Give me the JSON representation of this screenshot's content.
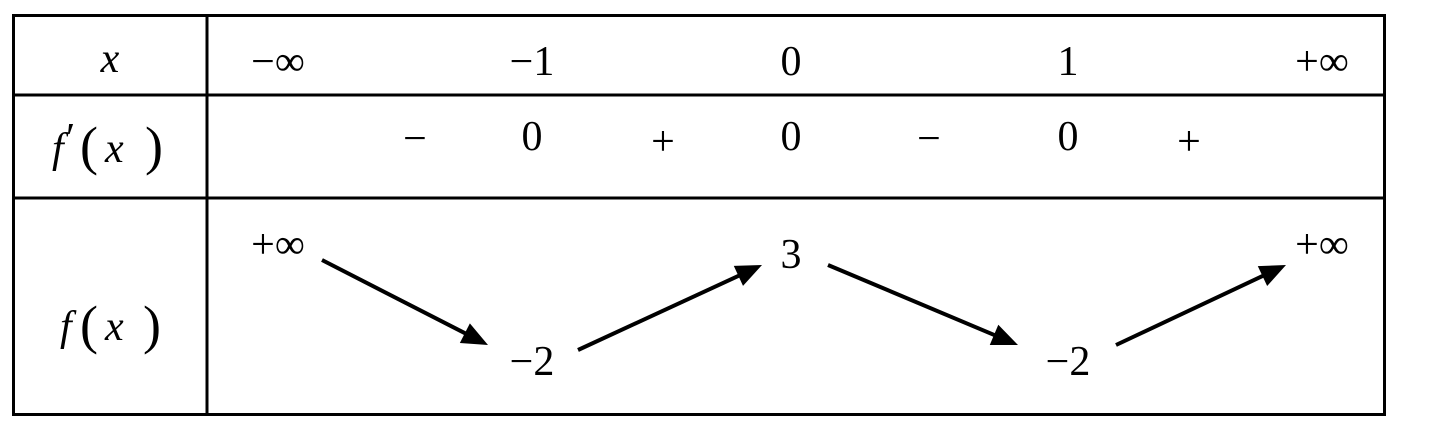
{
  "table": {
    "row_labels": {
      "x": {
        "fn": "x"
      },
      "derivative": {
        "fn": "f",
        "prime": "′",
        "open": "(",
        "var": "x",
        "close": ")"
      },
      "function": {
        "fn": "f",
        "open": "(",
        "var": "x",
        "close": ")"
      }
    },
    "x_values": [
      "−∞",
      "−1",
      "0",
      "1",
      "+∞"
    ],
    "derivative_signs": [
      "−",
      "+",
      "−",
      "+"
    ],
    "derivative_zeros": [
      "0",
      "0",
      "0"
    ],
    "function_values": [
      {
        "label": "+∞",
        "level": "high"
      },
      {
        "label": "−2",
        "level": "low"
      },
      {
        "label": "3",
        "level": "high"
      },
      {
        "label": "−2",
        "level": "low"
      },
      {
        "label": "+∞",
        "level": "high"
      }
    ],
    "variation": [
      "decreasing",
      "increasing",
      "decreasing",
      "increasing"
    ]
  },
  "colors": {
    "lines": "#000000",
    "text": "#000000",
    "background": "#ffffff"
  }
}
